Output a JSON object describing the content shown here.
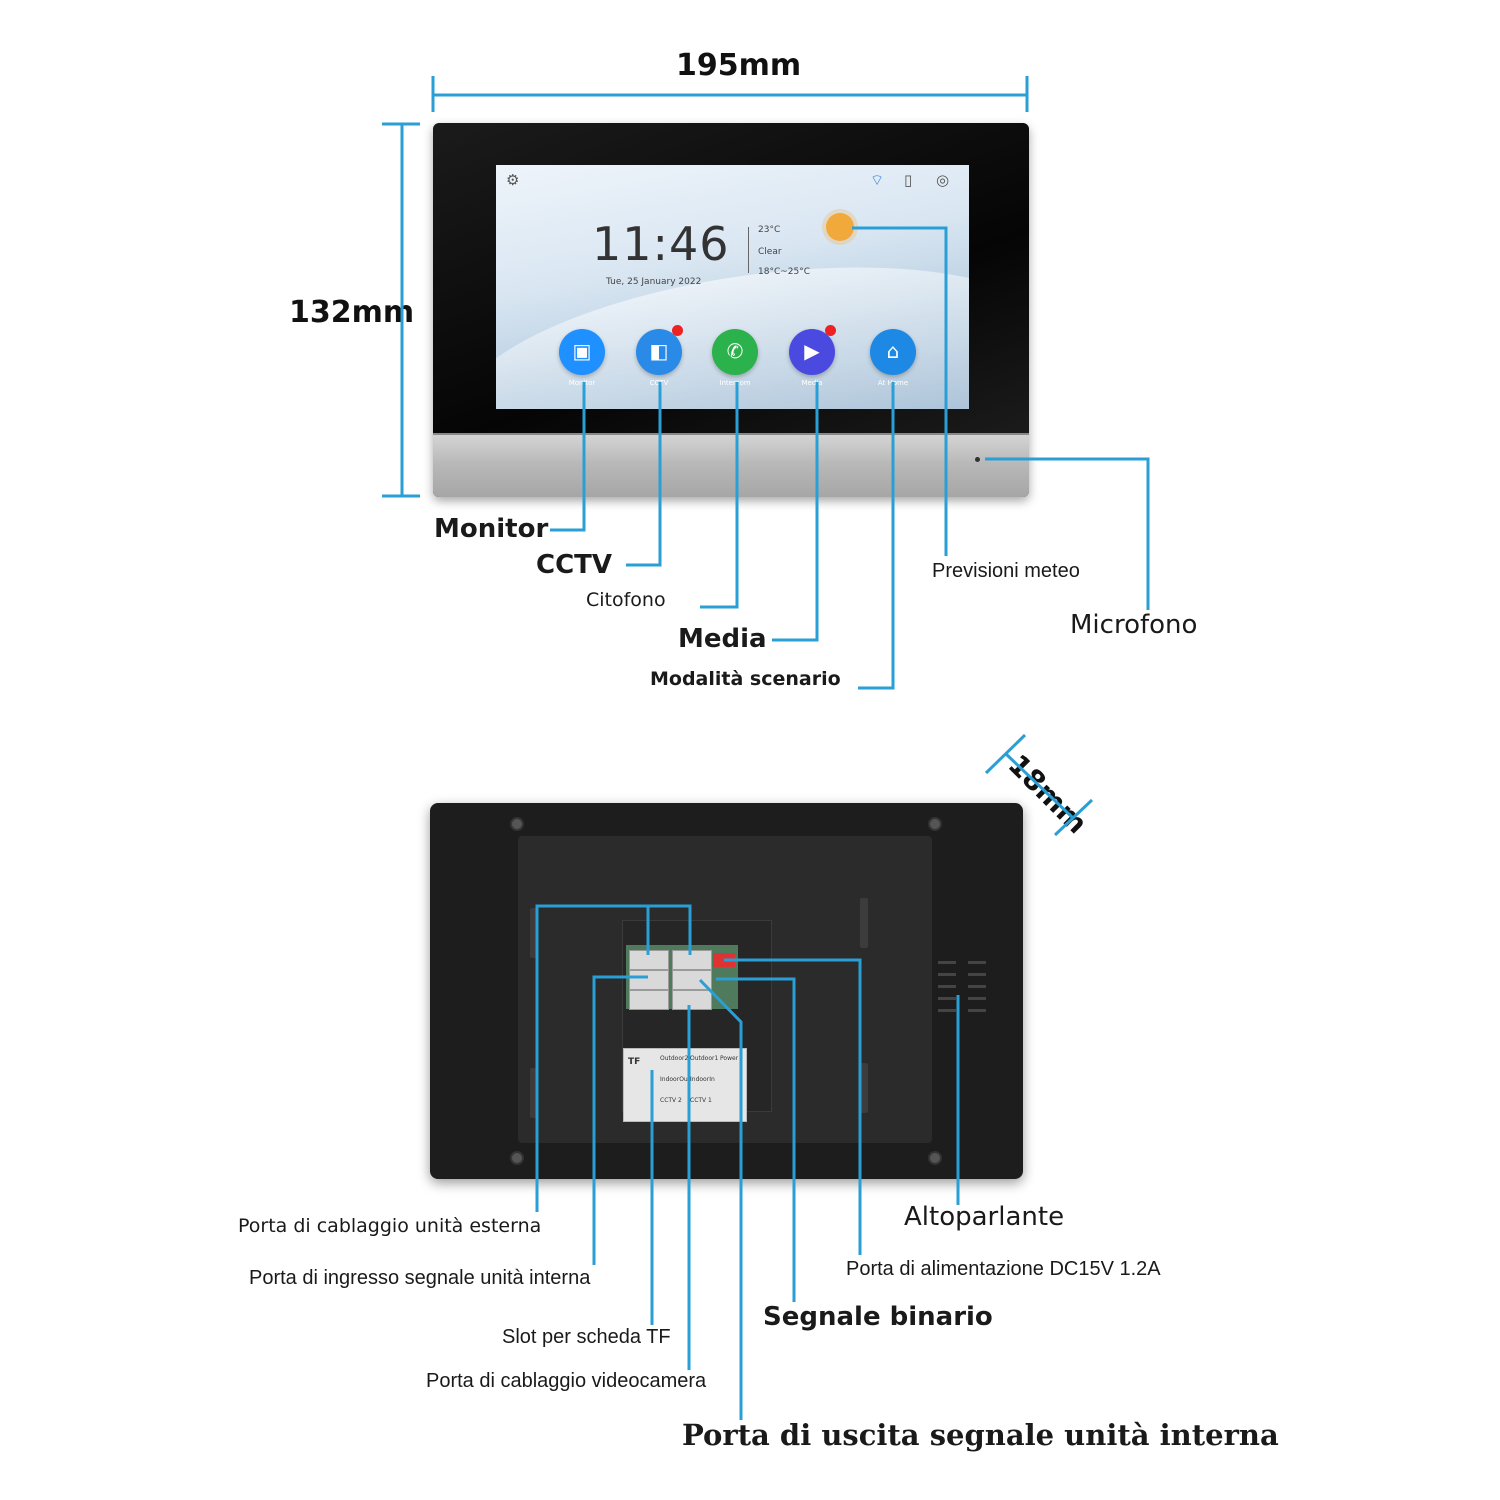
{
  "dimensions": {
    "width": "195mm",
    "height": "132mm",
    "depth": "18mm"
  },
  "screen": {
    "time": "11:46",
    "date": "Tue, 25 January  2022",
    "weather": {
      "temp": "23°C",
      "condition": "Clear",
      "range": "18°C~25°C"
    },
    "apps": [
      {
        "label": "Monitor",
        "color": "#1e90ff",
        "glyph": "▣",
        "badge": ""
      },
      {
        "label": "CCTV",
        "color": "#2a8ae8",
        "glyph": "◧",
        "badge": ""
      },
      {
        "label": "Intercom",
        "color": "#2bb24c",
        "glyph": "✆",
        "badge": ""
      },
      {
        "label": "Media",
        "color": "#4a4ae0",
        "glyph": "▶",
        "badge": ""
      },
      {
        "label": "At Home",
        "color": "#1e88e5",
        "glyph": "⌂",
        "badge": ""
      }
    ]
  },
  "front_labels": {
    "monitor": "Monitor",
    "cctv": "CCTV",
    "citofono": "Citofono",
    "media": "Media",
    "scenario": "Modalità scenario",
    "meteo": "Previsioni meteo",
    "microfono": "Microfono"
  },
  "back_labels": {
    "esterna": "Porta di cablaggio unità esterna",
    "ingresso": "Porta di ingresso segnale unità interna",
    "tf": "Slot per scheda TF",
    "videocamera": "Porta di cablaggio videocamera",
    "uscita": "Porta di uscita segnale unità interna",
    "altoparlante": "Altoparlante",
    "alimentazione": "Porta di alimentazione DC15V 1.2A",
    "binario": "Segnale binario"
  },
  "sticker": {
    "row1": [
      "Outdoor2",
      "Outdoor1",
      "Power"
    ],
    "row2": [
      "IndoorOut",
      "IndoorIn",
      ""
    ],
    "row3": [
      "CCTV 2",
      "CCTV 1",
      ""
    ],
    "tf": "TF"
  },
  "colors": {
    "leader": "#2a9fd6",
    "text": "#1a1a1a"
  }
}
